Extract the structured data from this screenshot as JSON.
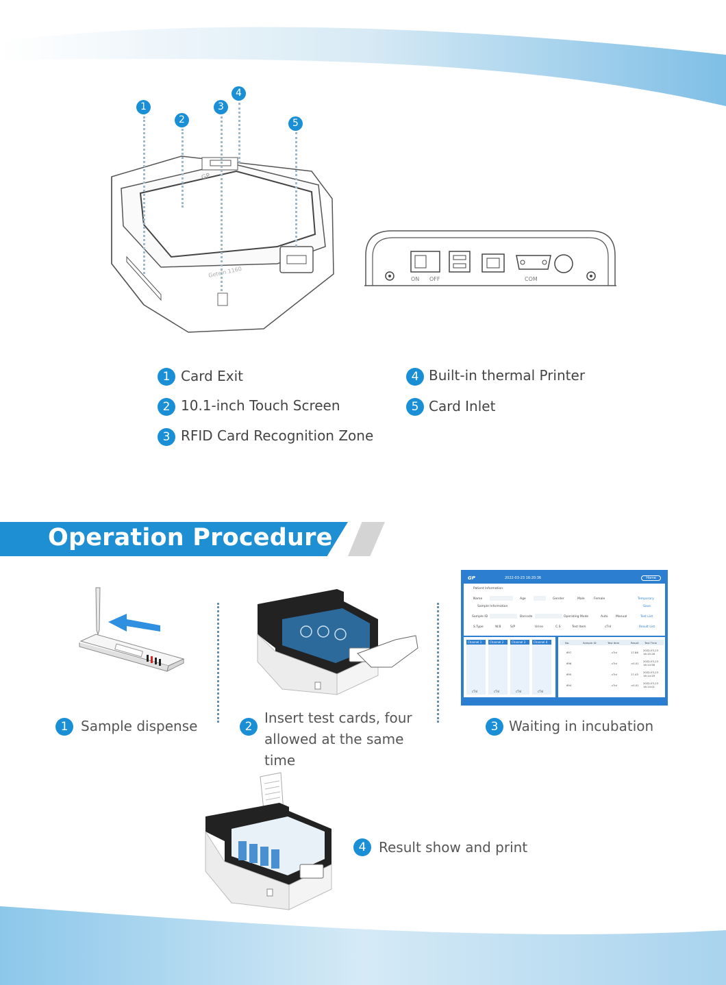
{
  "colors": {
    "accent": "#1a8fd6",
    "banner": "#1f8fd4",
    "text": "#444444"
  },
  "device": {
    "brand_mark": "GP",
    "model_label": "Getein 1160"
  },
  "rear_panel": {
    "on_label": "ON",
    "off_label": "OFF",
    "com_label": "COM"
  },
  "features": [
    {
      "num": "1",
      "label": "Card Exit"
    },
    {
      "num": "2",
      "label": "10.1-inch Touch Screen"
    },
    {
      "num": "3",
      "label": "RFID Card Recognition Zone"
    },
    {
      "num": "4",
      "label": "Built-in thermal Printer"
    },
    {
      "num": "5",
      "label": "Card Inlet"
    }
  ],
  "section": {
    "title": "Operation Procedure"
  },
  "steps": [
    {
      "num": "1",
      "label": "Sample dispense"
    },
    {
      "num": "2",
      "label": "Insert test cards, four allowed at the same time"
    },
    {
      "num": "3",
      "label": "Waiting in incubation"
    },
    {
      "num": "4",
      "label": "Result show and print"
    }
  ],
  "screen": {
    "datetime": "2022-03-23 16:20:36",
    "home_label": "Home",
    "patient_info": "Patient Information",
    "sample_info": "Sample Information",
    "name_label": "Name",
    "age_label": "Age",
    "gender_label": "Gender",
    "male_label": "Male",
    "female_label": "Female",
    "temporary_label": "Temporary",
    "save_label": "Save",
    "sample_id_label": "Sample ID",
    "barcode_label": "Barcode",
    "operating_mode_label": "Operating Mode",
    "auto_label": "Auto",
    "manual_label": "Manual",
    "test_list_label": "Test List",
    "stype_label": "S.Type",
    "wb_label": "W.B",
    "sp_label": "S/P",
    "urine_label": "Urine",
    "cs_label": "C.S",
    "test_item_label": "Test Item",
    "ctni_label": "cTnI",
    "result_list_label": "Result List",
    "channels": [
      "Channel 1",
      "Channel 2",
      "Channel 3",
      "Channel 4"
    ],
    "channel_items": [
      "cTnI",
      "cTnI",
      "cTnI",
      "cTnI"
    ],
    "table_headers": [
      "No.",
      "Sample ID",
      "Test Item",
      "Result",
      "Test Time"
    ],
    "rows": [
      {
        "no": "697",
        "item": "cTnI",
        "result": "17.86",
        "time": "2022-03-23 16:15:28"
      },
      {
        "no": "696",
        "item": "cTnI",
        "result": "<0.01",
        "time": "2022-03-23 16:14:58"
      },
      {
        "no": "695",
        "item": "cTnI",
        "result": "17.43",
        "time": "2022-03-23 16:14:29"
      },
      {
        "no": "694",
        "item": "cTnI",
        "result": "<0.01",
        "time": "2022-03-23 16:14:01"
      }
    ]
  }
}
